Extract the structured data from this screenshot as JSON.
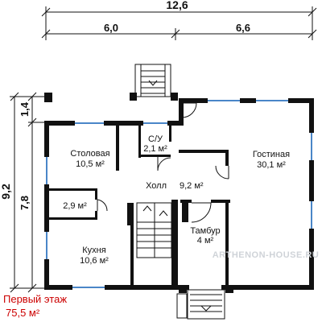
{
  "dimensions": {
    "total_width": "12,6",
    "left_width": "6,0",
    "right_width": "6,6",
    "total_height": "9,2",
    "inner_height": "7,8",
    "porch_depth": "1,4"
  },
  "rooms": [
    {
      "key": "stolovaya",
      "name": "Столовая",
      "area": "10,5 м²"
    },
    {
      "key": "su",
      "name": "С/У",
      "area": "2,1 м²"
    },
    {
      "key": "gostinaya",
      "name": "Гостиная",
      "area": "30,1 м²"
    },
    {
      "key": "holl",
      "name": "Холл",
      "area": "9,2 м²"
    },
    {
      "key": "kladovaya",
      "name": "",
      "area": "2,9 м²"
    },
    {
      "key": "tambur",
      "name": "Тамбур",
      "area": "4 м²"
    },
    {
      "key": "kuhnya",
      "name": "Кухня",
      "area": "10,6 м²"
    }
  ],
  "caption": {
    "title": "Первый этаж",
    "area": "75,5 м²"
  },
  "watermark": "ARTHENON-HOUSE.RU",
  "colors": {
    "wall": "#111111",
    "window": "#4a86c8",
    "caption": "#cc0000",
    "line": "#111111"
  }
}
